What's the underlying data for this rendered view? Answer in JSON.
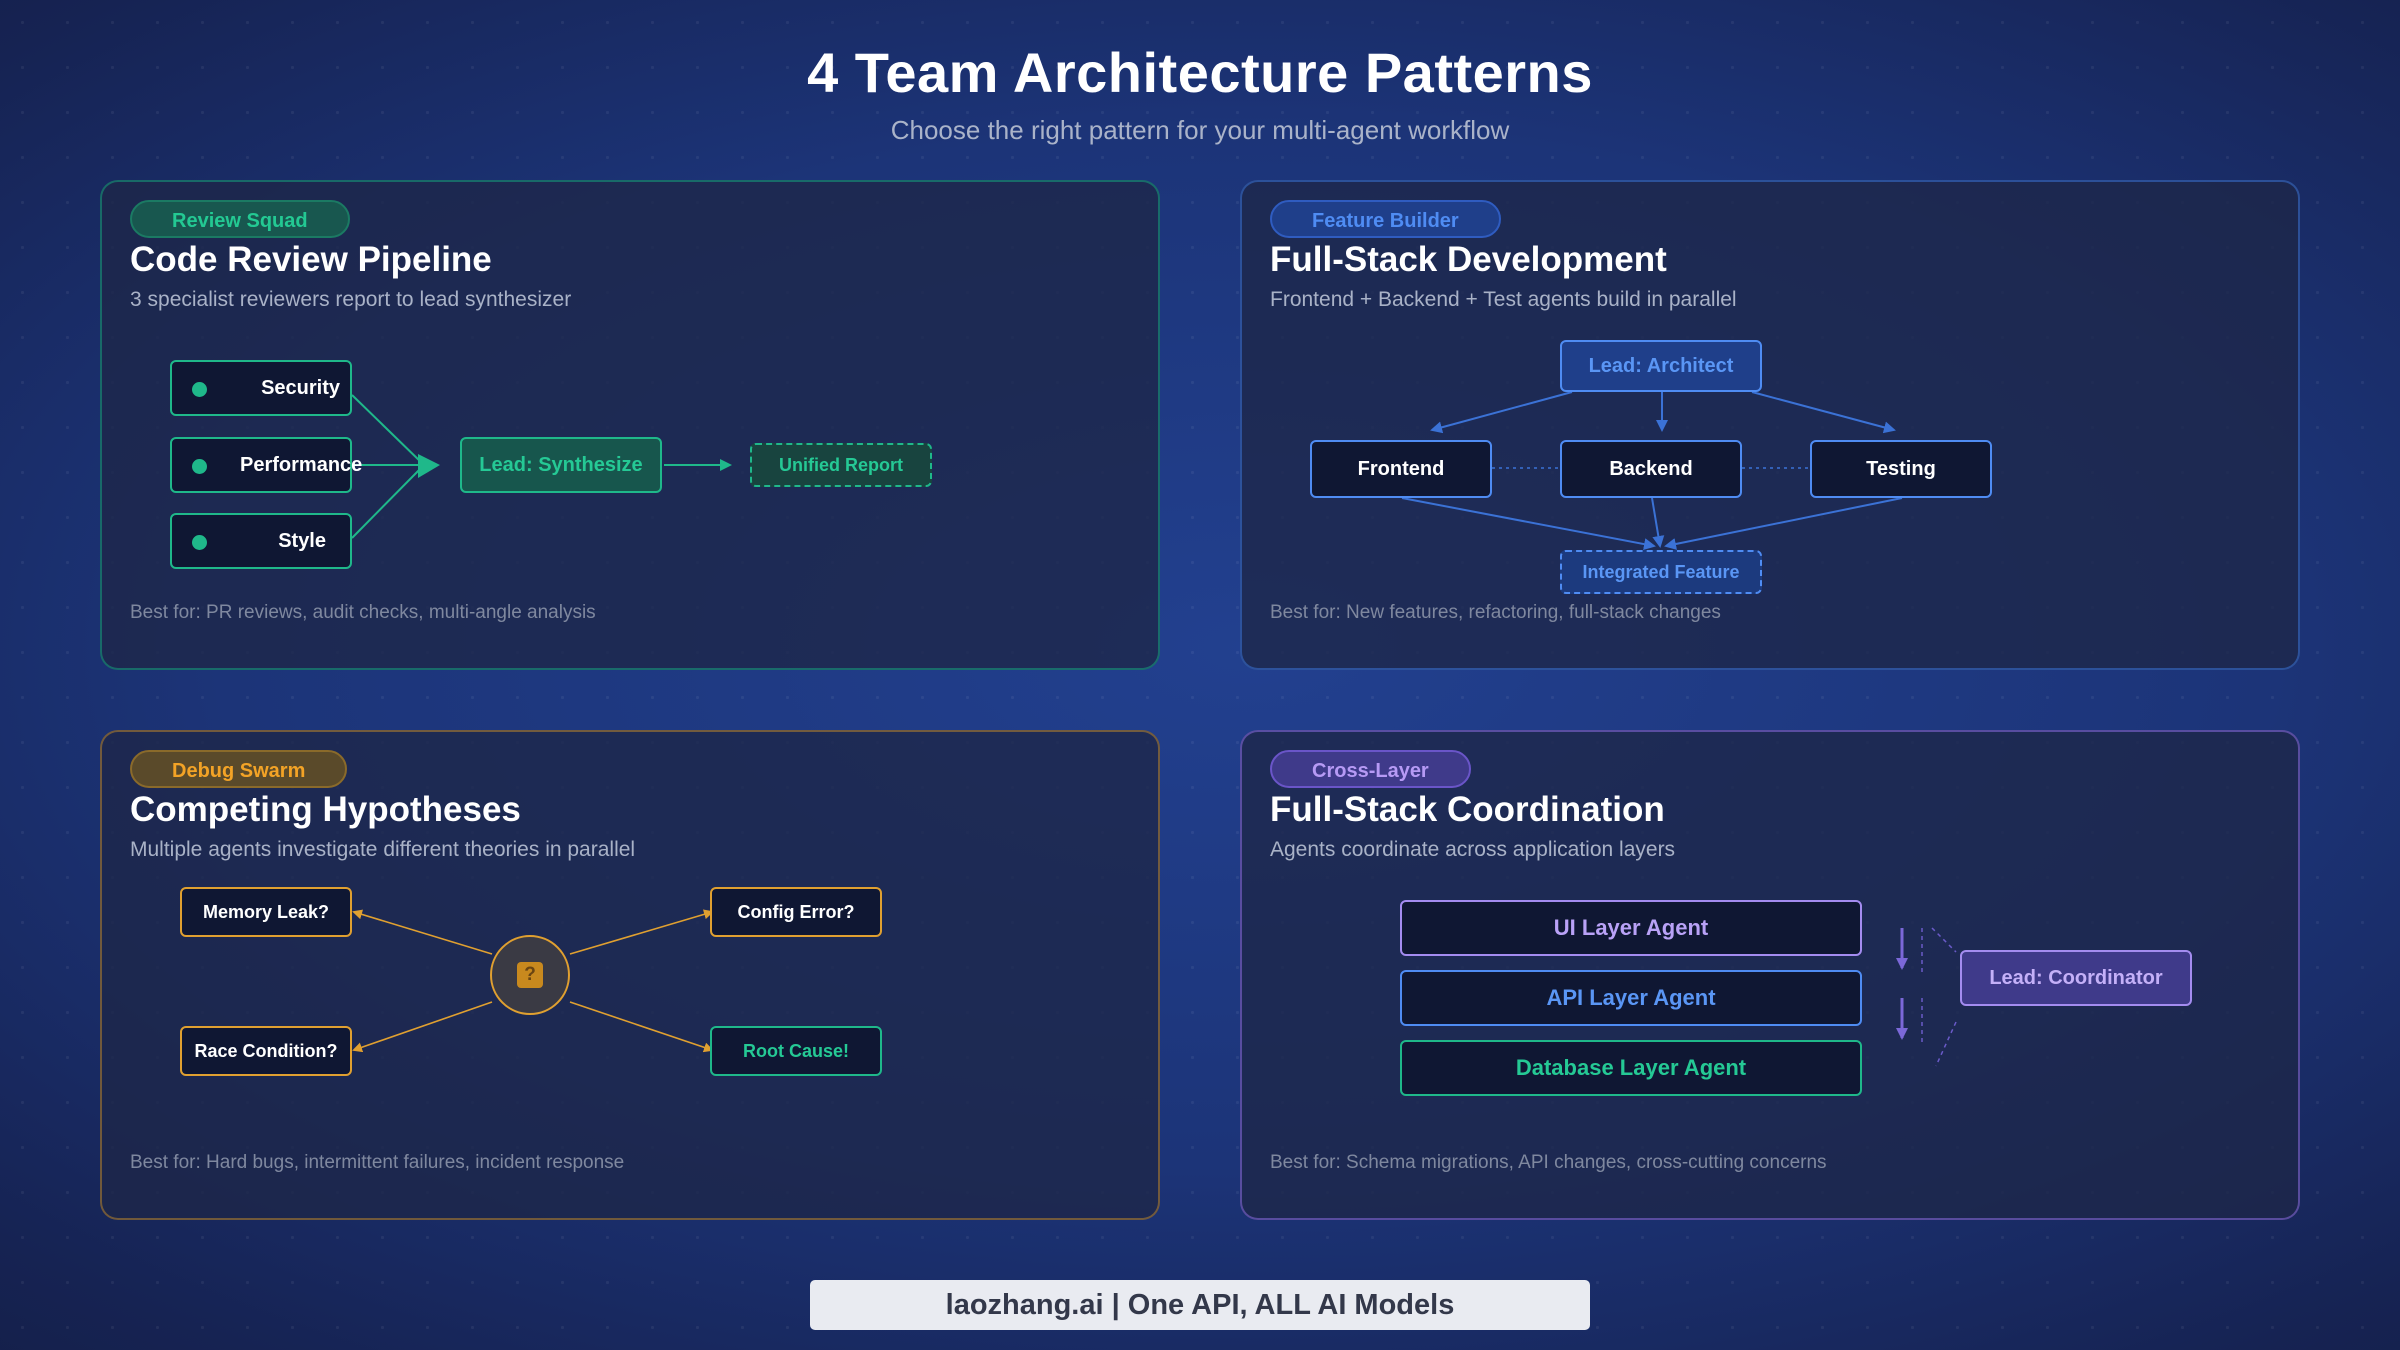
{
  "title": "4 Team Architecture Patterns",
  "subtitle": "Choose the right pattern for your multi-agent workflow",
  "colors": {
    "green": "#1fb88a",
    "blue": "#3b72d6",
    "orange": "#e0a030",
    "purple": "#8b6ce0",
    "node_bg": "#0f1733"
  },
  "cards": {
    "review": {
      "badge": "Review Squad",
      "title": "Code Review Pipeline",
      "description": "3 specialist reviewers report to lead synthesizer",
      "reviewers": [
        "Security",
        "Performance",
        "Style"
      ],
      "lead": "Lead: Synthesize",
      "output": "Unified Report",
      "best_for": "Best for: PR reviews, audit checks, multi-angle analysis"
    },
    "feature": {
      "badge": "Feature Builder",
      "title": "Full-Stack Development",
      "description": "Frontend + Backend + Test agents build in parallel",
      "lead": "Lead: Architect",
      "agents": [
        "Frontend",
        "Backend",
        "Testing"
      ],
      "output": "Integrated Feature",
      "best_for": "Best for: New features, refactoring, full-stack changes"
    },
    "debug": {
      "badge": "Debug Swarm",
      "title": "Competing Hypotheses",
      "description": "Multiple agents investigate different theories in parallel",
      "center_icon": "question-mark-icon",
      "center_symbol": "?",
      "hypotheses": [
        "Memory Leak?",
        "Config Error?",
        "Race Condition?"
      ],
      "result": "Root Cause!",
      "best_for": "Best for: Hard bugs, intermittent failures, incident response"
    },
    "cross": {
      "badge": "Cross-Layer",
      "title": "Full-Stack Coordination",
      "description": "Agents coordinate across application layers",
      "layers": [
        "UI Layer Agent",
        "API Layer Agent",
        "Database Layer Agent"
      ],
      "lead": "Lead: Coordinator",
      "best_for": "Best for: Schema migrations, API changes, cross-cutting concerns"
    }
  },
  "footer": "laozhang.ai | One API, ALL AI Models"
}
